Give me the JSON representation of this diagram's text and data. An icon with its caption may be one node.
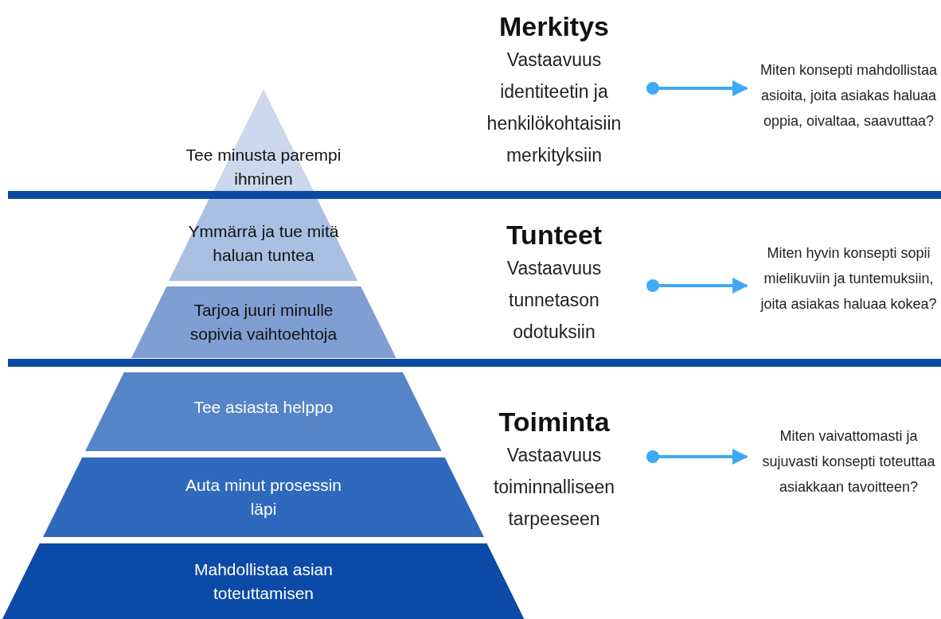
{
  "diagram": {
    "nodes": [
      {
        "text": [
          "Tee minusta parempi ihminen"
        ]
      },
      {
        "text": [
          "Ymmärrä ja tue mitä haluan tuntea"
        ]
      },
      {
        "text": [
          "Tarjoa juuri minulle sopivia vaihtoehtoja"
        ]
      },
      {
        "text": [
          "Tee asiasta helppo"
        ]
      },
      {
        "text": [
          "Auta minut prosessin läpi"
        ]
      },
      {
        "text": [
          "Mahdollistaa asian toteuttamisen"
        ]
      },
      {
        "text": [
          "Merkitys",
          "Vastaavuus identiteetin ja henkilökohtaisiin merkityksiin"
        ]
      },
      {
        "text": [
          "Miten konsepti mahdollistaa asioita, joita asiakas haluaa oppia, oivaltaa, saavuttaa?"
        ]
      },
      {
        "text": [
          "Tunteet",
          "Vastaavuus tunnetason odotuksiin"
        ]
      },
      {
        "text": [
          "Miten hyvin konsepti sopii mielikuviin ja tuntemuksiin, joita asiakas haluaa kokea?"
        ]
      },
      {
        "text": [
          "Toiminta",
          "Vastaavuus toiminnalliseen tarpeeseen"
        ]
      },
      {
        "text": [
          "Miten vaivattomasti ja sujuvasti konsepti toteuttaa asiakkaan tavoitteen?"
        ]
      }
    ],
    "edges": [
      {
        "from": 6,
        "to": 7,
        "arrow": "to"
      },
      {
        "from": 8,
        "to": 9,
        "arrow": "to"
      },
      {
        "from": 10,
        "to": 11,
        "arrow": "to"
      }
    ]
  }
}
